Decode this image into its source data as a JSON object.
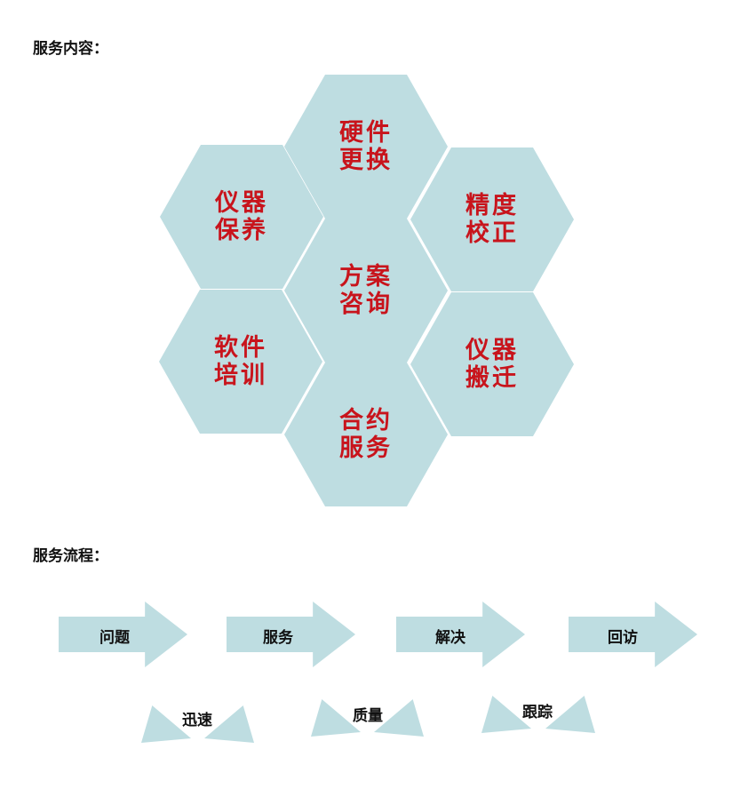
{
  "sections": {
    "services_title": "服务内容：",
    "process_title": "服务流程："
  },
  "colors": {
    "shape_fill": "#bedde1",
    "hex_text": "#c8141c",
    "dark_text": "#111111"
  },
  "services": [
    {
      "line1": "硬件",
      "line2": "更换"
    },
    {
      "line1": "仪器",
      "line2": "保养"
    },
    {
      "line1": "精度",
      "line2": "校正"
    },
    {
      "line1": "方案",
      "line2": "咨询"
    },
    {
      "line1": "软件",
      "line2": "培训"
    },
    {
      "line1": "仪器",
      "line2": "搬迁"
    },
    {
      "line1": "合约",
      "line2": "服务"
    }
  ],
  "process_steps": [
    "问题",
    "服务",
    "解决",
    "回访"
  ],
  "qualities": [
    "迅速",
    "质量",
    "跟踪"
  ]
}
